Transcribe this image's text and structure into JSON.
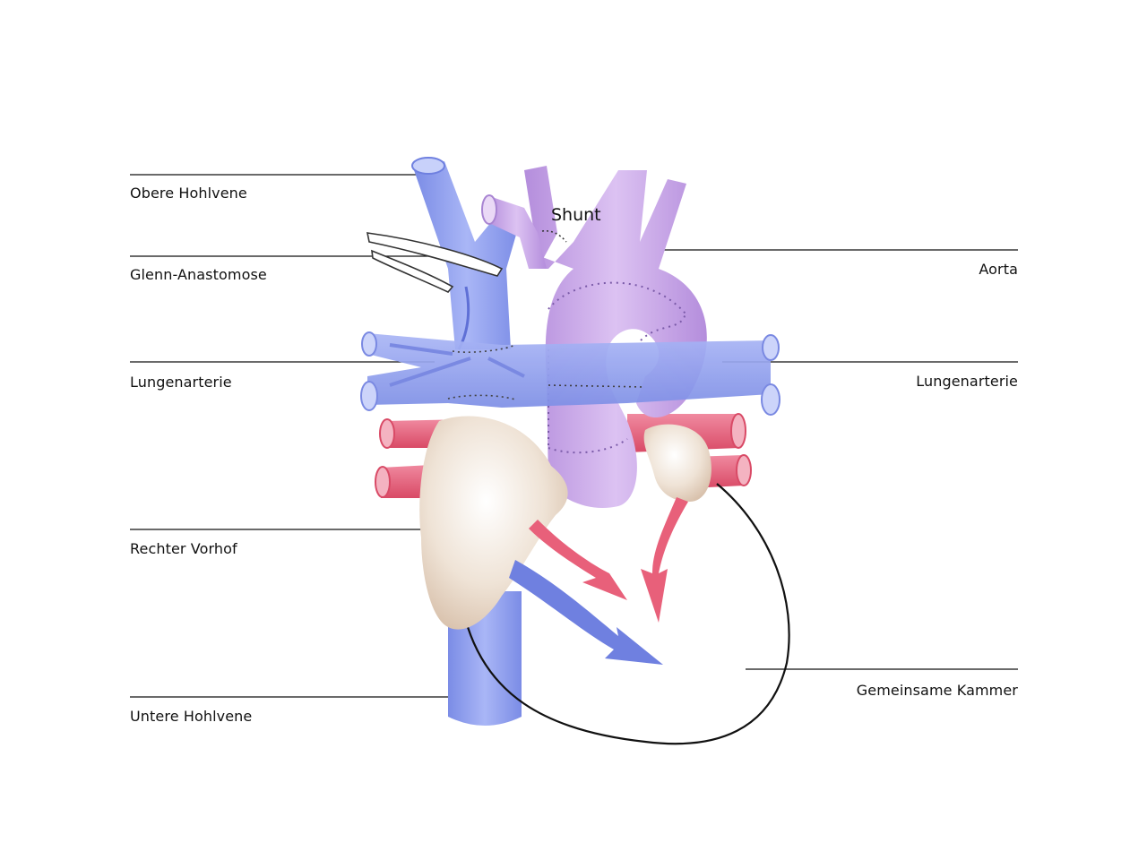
{
  "diagram": {
    "labels": {
      "obere_hohlvene": "Obere Hohlvene",
      "glenn_anastomose": "Glenn-Anastomose",
      "lungenarterie_left": "Lungenarterie",
      "rechter_vorhof": "Rechter Vorhof",
      "untere_hohlvene": "Untere Hohlvene",
      "aorta": "Aorta",
      "lungenarterie_right": "Lungenarterie",
      "gemeinsame_kammer": "Gemeinsame Kammer",
      "shunt": "Shunt"
    },
    "colors": {
      "vein_blue": "#8f9ff0",
      "vein_blue_dark": "#6f80e0",
      "aorta_purple": "#c6a2e6",
      "aorta_purple_dark": "#a884d2",
      "artery_red": "#e8607a",
      "atrium_beige": "#e8d9c8",
      "leader_line": "#111111"
    }
  }
}
